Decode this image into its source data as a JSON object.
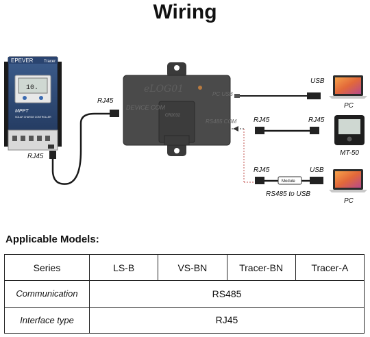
{
  "title": "Wiring",
  "controller": {
    "brand": "EPEVER",
    "model": "Tracer",
    "screen_value": "10.",
    "name": "MPPT",
    "subtitle": "SOLAR CHARGE CONTROLLER"
  },
  "module": {
    "logo": "eLOG01",
    "port_device": "DEVICE COM",
    "port_pc": "PC USB",
    "port_rs485": "RS485 COM",
    "cover_label": "CR2032"
  },
  "labels": {
    "rj45_controller": "RJ45",
    "rj45_device": "RJ45",
    "usb_top": "USB",
    "pc_top": "PC",
    "rj45_mt_left": "RJ45",
    "rj45_mt_right": "RJ45",
    "mt50": "MT-50",
    "rj45_bottom": "RJ45",
    "usb_bottom": "USB",
    "module_tag": "Module",
    "rs485_to_usb": "RS485 to USB",
    "pc_bottom": "PC"
  },
  "models": {
    "heading": "Applicable Models:",
    "series_label": "Series",
    "series": [
      "LS-B",
      "VS-BN",
      "Tracer-BN",
      "Tracer-A"
    ],
    "communication_label": "Communication",
    "communication": "RS485",
    "interface_label": "Interface type",
    "interface": "RJ45"
  }
}
